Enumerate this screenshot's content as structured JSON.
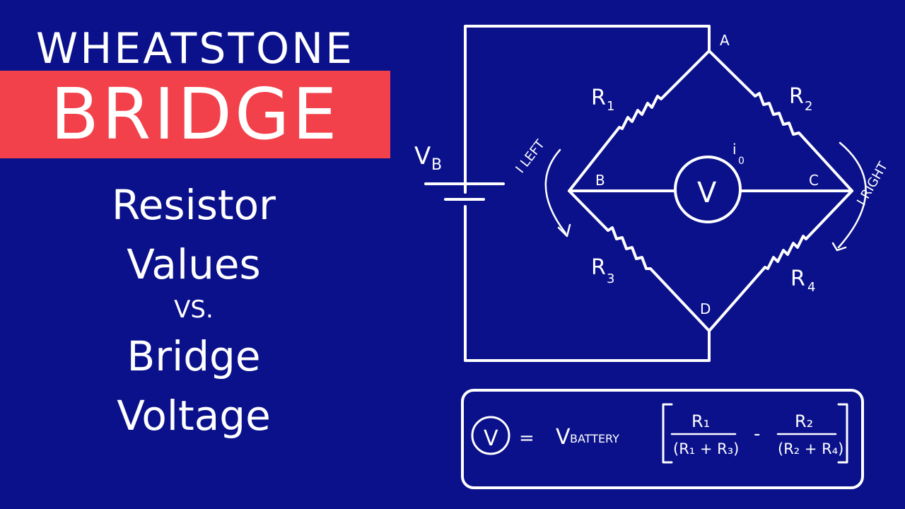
{
  "title": {
    "line1": "WHEATSTONE",
    "line2": "BRIDGE",
    "band_color": "#f2414a"
  },
  "subtitle": {
    "line1": "Resistor",
    "line2": "Values",
    "line3": "VS.",
    "line4": "Bridge",
    "line5": "Voltage"
  },
  "circuit": {
    "battery_label": "V",
    "battery_sub": "B",
    "node_a": "A",
    "node_b": "B",
    "node_c": "C",
    "node_d": "D",
    "r1": "R",
    "r1_sub": "1",
    "r2": "R",
    "r2_sub": "2",
    "r3": "R",
    "r3_sub": "3",
    "r4": "R",
    "r4_sub": "4",
    "meter_label": "V",
    "current_left": "I LEFT",
    "current_right": "I RIGHT",
    "current_meter": "i",
    "current_meter_sub": "0"
  },
  "formula": {
    "meter": "V",
    "equals": "=",
    "v_main": "V",
    "v_sub": "BATTERY",
    "frac1_num": "R₁",
    "frac1_den": "(R₁ + R₃)",
    "minus": "-",
    "frac2_num": "R₂",
    "frac2_den": "(R₂ + R₄)"
  },
  "colors": {
    "background": "#0a118a",
    "ink": "#ffffff"
  }
}
